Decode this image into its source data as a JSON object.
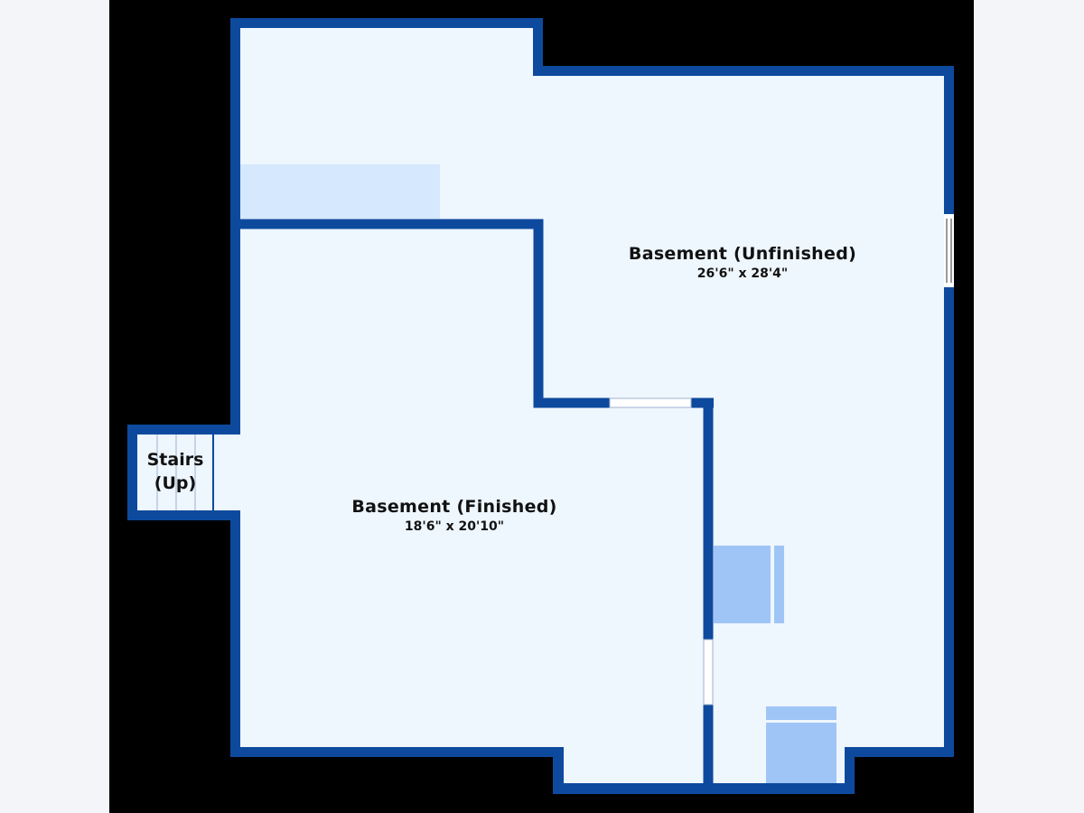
{
  "colors": {
    "wall": "#0d4a9e",
    "floor": "#eef6fe",
    "fixture": "#9fc5f7",
    "fixture_light": "#d6e8fd",
    "backdrop": "#000000",
    "margin": "#f4f5f9"
  },
  "rooms": [
    {
      "name": "Basement (Unfinished)",
      "dimensions": "26'6\" x 28'4\""
    },
    {
      "name": "Basement (Finished)",
      "dimensions": "18'6\" x 20'10\""
    }
  ],
  "stairs": {
    "line1": "Stairs",
    "line2": "(Up)"
  }
}
